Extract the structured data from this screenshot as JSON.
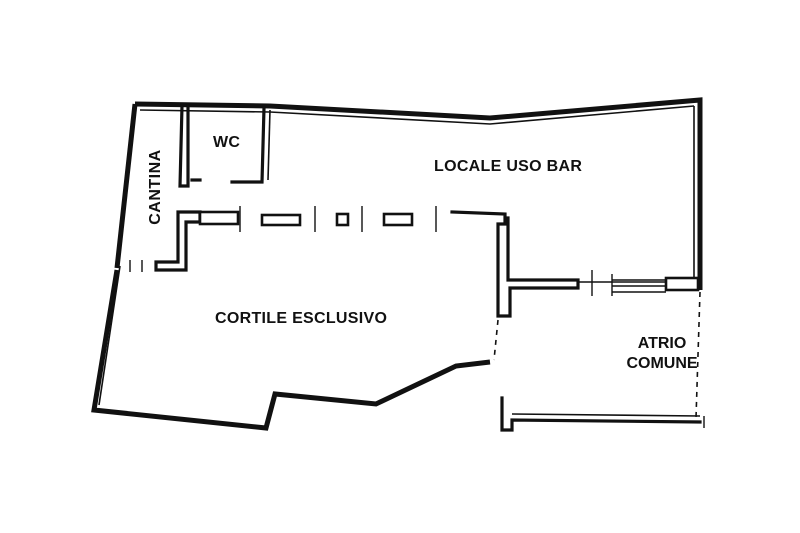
{
  "rooms": {
    "cantina": "CANTINA",
    "wc": "WC",
    "locale": "LOCALE USO BAR",
    "cortile": "CORTILE ESCLUSIVO",
    "atrio_line1": "ATRIO",
    "atrio_line2": "COMUNE"
  }
}
